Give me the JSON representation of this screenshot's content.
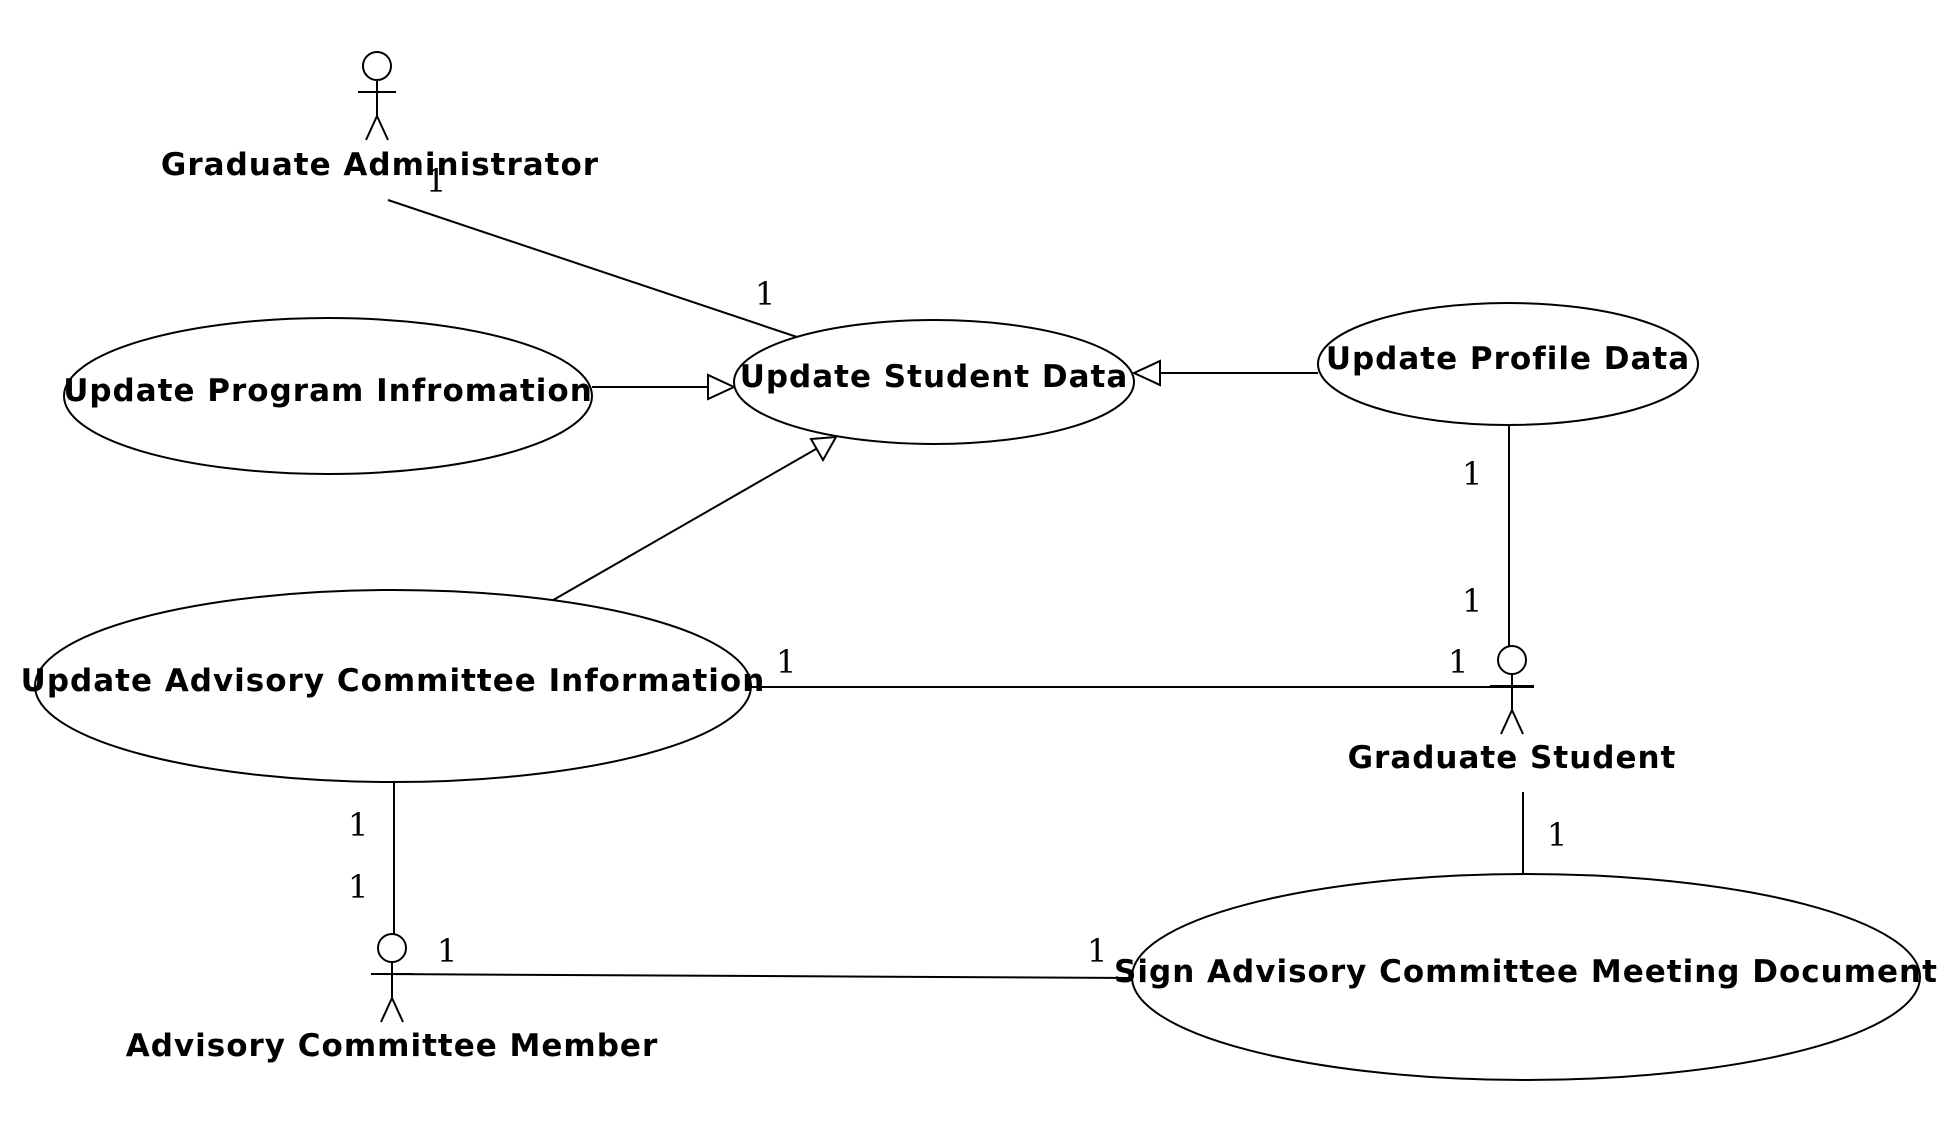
{
  "actors": {
    "grad_admin": "Graduate Administrator",
    "grad_student": "Graduate Student",
    "committee_member": "Advisory Committee Member"
  },
  "use_cases": {
    "update_student_data": "Update Student Data",
    "update_program_info": "Update Program Infromation",
    "update_profile_data": "Update Profile Data",
    "update_advisory_info": "Update Advisory Committee Information",
    "sign_meeting_document": "Sign Advisory Committee Meeting Document"
  },
  "multiplicities": {
    "admin_end": "1",
    "student_data_end": "1",
    "profile_end": "1",
    "student_profile_end": "1",
    "advisory_left": "1",
    "student_advisory_end": "1",
    "advisory_bottom": "1",
    "member_top": "1",
    "member_right": "1",
    "sign_left": "1",
    "student_sign_end": "1"
  }
}
